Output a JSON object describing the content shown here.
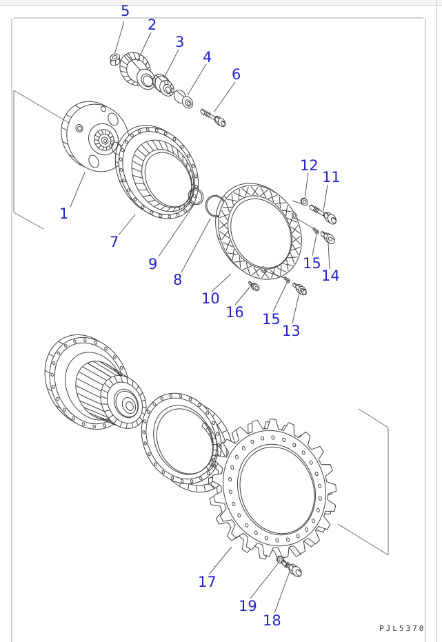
{
  "page": {
    "background_color": "#ffffff",
    "top_strip_color": "#f5f5f5",
    "frame_line_color": "#d2d2d2"
  },
  "drawing": {
    "type": "exploded-parts-diagram",
    "code": "PJL5370",
    "callout_color": "#2222cc",
    "line_color": "#3f3f3f",
    "leader_color": "#565656",
    "callouts": [
      {
        "label": "5"
      },
      {
        "label": "2"
      },
      {
        "label": "3"
      },
      {
        "label": "4"
      },
      {
        "label": "6"
      },
      {
        "label": "1"
      },
      {
        "label": "7"
      },
      {
        "label": "9"
      },
      {
        "label": "8"
      },
      {
        "label": "10"
      },
      {
        "label": "16"
      },
      {
        "label": "15"
      },
      {
        "label": "13"
      },
      {
        "label": "12"
      },
      {
        "label": "11"
      },
      {
        "label": "15"
      },
      {
        "label": "14"
      },
      {
        "label": "17"
      },
      {
        "label": "19"
      },
      {
        "label": "18"
      }
    ]
  }
}
